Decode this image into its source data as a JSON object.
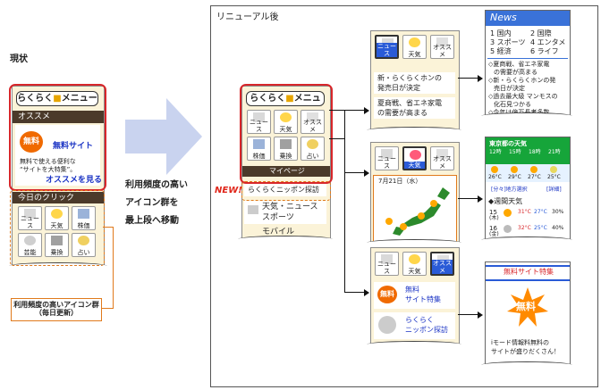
{
  "current": {
    "heading": "現状",
    "menu_title_pre": "らくらく",
    "menu_title_post": "メニュー",
    "osusume": "オススメ",
    "muryo_badge": "無料",
    "muryo_site": "無料サイト",
    "desc_line1": "無料で使える便利な",
    "desc_line2": "“サイトを大特集”。",
    "osusume_link": "オススメを見る",
    "today_click": "今日のクリック",
    "icons": [
      "ニュース",
      "天気",
      "株価",
      "芸能",
      "乗換",
      "占い"
    ],
    "callout_line1": "利用頻度の高いアイコン群",
    "callout_line2": "（毎日更新）"
  },
  "move_text": [
    "利用頻度の高い",
    "アイコン群を",
    "最上段へ移動"
  ],
  "renewal": {
    "heading": "リニューアル後",
    "menu_title_pre": "らくらく",
    "menu_title_post": "メニュー",
    "icons": [
      "ニュース",
      "天気",
      "オススメ",
      "株価",
      "乗換",
      "占い"
    ],
    "mypage": "マイページ",
    "new_label": "NEW!",
    "nippon_tanbou": "らくらくニッポン探訪",
    "item_weather_news": "天気・ニュース",
    "item_sports": "スポーツ",
    "item_mobile": "モバイル"
  },
  "news_flow": {
    "tab_icons": [
      "ニュース",
      "天気",
      "オススメ"
    ],
    "item1_line1": "新・らくらくホンの",
    "item1_line2": "発売日が決定",
    "item2_line1": "夏商戦、省エネ家電",
    "item2_line2": "の需要が高まる",
    "news_title": "News",
    "categories": [
      "1 国内",
      "2 国際",
      "3 スポーツ",
      "4 エンタメ",
      "5 経済",
      "6 ライフ"
    ],
    "headlines": [
      "◇夏商戦、省エネ家電",
      "の需要が高まる",
      "◇新・らくらくホンの発",
      "売日が決定",
      "◇過去最大級 マンモスの",
      "化石見つかる",
      "◇今年は億万長者多数"
    ]
  },
  "weather_flow": {
    "tab_icons": [
      "ニュース",
      "天気",
      "オススメ"
    ],
    "date": "7月21日（水）",
    "city_title": "東京都の天気",
    "days": [
      "12時",
      "15時",
      "18時",
      "21時"
    ],
    "temps": [
      "26°C",
      "29°C",
      "27°C",
      "25°C"
    ],
    "link_text": "[分々]地方選択",
    "link_text2": "[詳細]",
    "weekly": "◆週間天気",
    "rows": [
      {
        "day": "15",
        "wd": "(木)",
        "hi": "31°C",
        "lo": "27°C",
        "pct": "30%"
      },
      {
        "day": "16",
        "wd": "(金)",
        "hi": "32°C",
        "lo": "25°C",
        "pct": "40%"
      }
    ]
  },
  "osusume_flow": {
    "tab_icons": [
      "ニュース",
      "天気",
      "オススメ"
    ],
    "muryo_badge": "無料",
    "item1_line1": "無料",
    "item1_line2": "サイト特集",
    "item2_line1": "らくらく",
    "item2_line2": "ニッポン探訪",
    "feature_title": "無料サイト特集",
    "big_badge": "無料",
    "caption_line1": "iモード情報料無料の",
    "caption_line2": "サイトが盛りだくさん！"
  },
  "colors": {
    "red": "#d8262a",
    "orange": "#e07a1c",
    "blue": "#2a5bd7",
    "arrow_fill": "#c9d3ef"
  }
}
